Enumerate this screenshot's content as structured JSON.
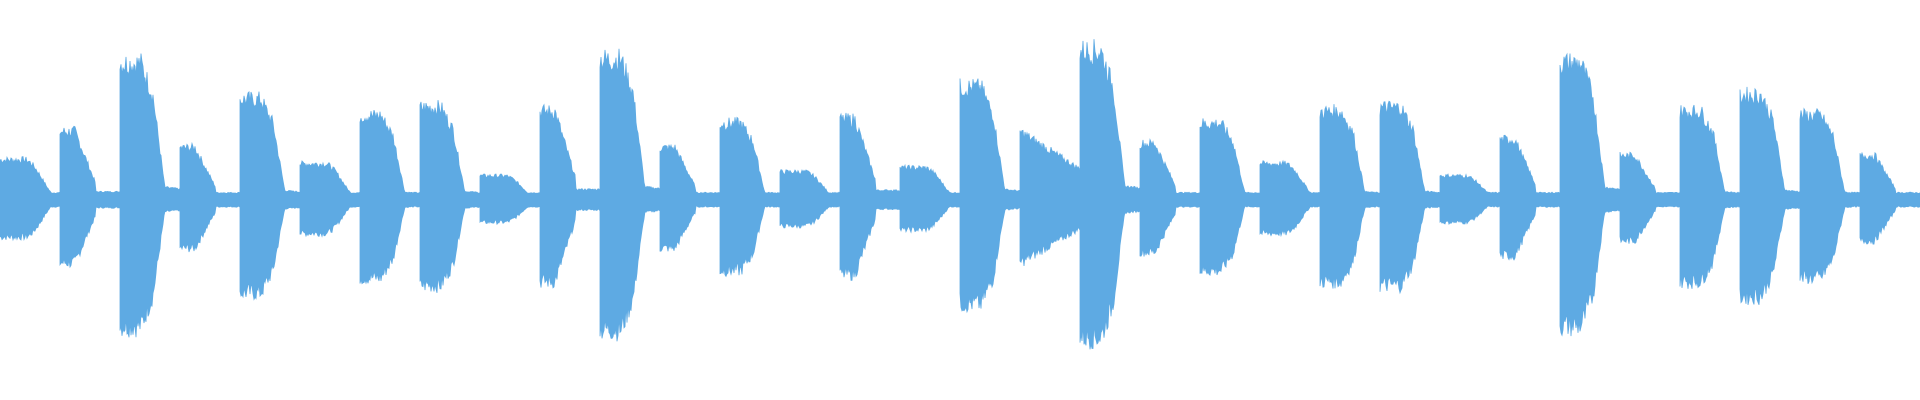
{
  "waveform": {
    "color": "#5eaae3",
    "background": "#ffffff",
    "baseline_amplitude": 0.03,
    "segments": [
      {
        "amp": 0.1,
        "decay": "soft",
        "width_ratio": 0.95
      },
      {
        "amp": 0.17,
        "decay": "medium",
        "width_ratio": 0.95
      },
      {
        "amp": 0.34,
        "decay": "hump",
        "width_ratio": 0.95
      },
      {
        "amp": 0.13,
        "decay": "medium",
        "width_ratio": 0.95
      },
      {
        "amp": 0.25,
        "decay": "hump",
        "width_ratio": 0.95
      },
      {
        "amp": 0.09,
        "decay": "soft",
        "width_ratio": 0.95
      },
      {
        "amp": 0.21,
        "decay": "hump",
        "width_ratio": 0.95
      },
      {
        "amp": 0.23,
        "decay": "hump",
        "width_ratio": 0.95
      },
      {
        "amp": 0.06,
        "decay": "soft",
        "width_ratio": 0.95
      },
      {
        "amp": 0.22,
        "decay": "medium",
        "width_ratio": 0.95
      },
      {
        "amp": 0.35,
        "decay": "hump",
        "width_ratio": 0.95
      },
      {
        "amp": 0.13,
        "decay": "medium",
        "width_ratio": 0.95
      },
      {
        "amp": 0.19,
        "decay": "hump",
        "width_ratio": 0.95
      },
      {
        "amp": 0.07,
        "decay": "soft",
        "width_ratio": 0.95
      },
      {
        "amp": 0.2,
        "decay": "medium",
        "width_ratio": 0.95
      },
      {
        "amp": 0.08,
        "decay": "soft",
        "width_ratio": 0.95
      },
      {
        "amp": 0.28,
        "decay": "hump",
        "width_ratio": 0.95
      },
      {
        "amp": 0.17,
        "decay": "flat",
        "width_ratio": 0.95
      },
      {
        "amp": 0.37,
        "decay": "hump",
        "width_ratio": 0.95
      },
      {
        "amp": 0.14,
        "decay": "medium",
        "width_ratio": 0.95
      },
      {
        "amp": 0.19,
        "decay": "hump",
        "width_ratio": 0.95
      },
      {
        "amp": 0.09,
        "decay": "soft",
        "width_ratio": 0.95
      },
      {
        "amp": 0.22,
        "decay": "hump",
        "width_ratio": 0.95
      },
      {
        "amp": 0.23,
        "decay": "hump",
        "width_ratio": 0.95
      },
      {
        "amp": 0.06,
        "decay": "soft",
        "width_ratio": 0.95
      },
      {
        "amp": 0.15,
        "decay": "medium",
        "width_ratio": 0.95
      },
      {
        "amp": 0.34,
        "decay": "hump",
        "width_ratio": 0.95
      },
      {
        "amp": 0.11,
        "decay": "medium",
        "width_ratio": 0.95
      },
      {
        "amp": 0.22,
        "decay": "hump",
        "width_ratio": 0.95
      },
      {
        "amp": 0.26,
        "decay": "hump",
        "width_ratio": 0.95
      },
      {
        "amp": 0.21,
        "decay": "hump",
        "width_ratio": 0.95
      },
      {
        "amp": 0.11,
        "decay": "medium",
        "width_ratio": 0.95
      }
    ]
  }
}
